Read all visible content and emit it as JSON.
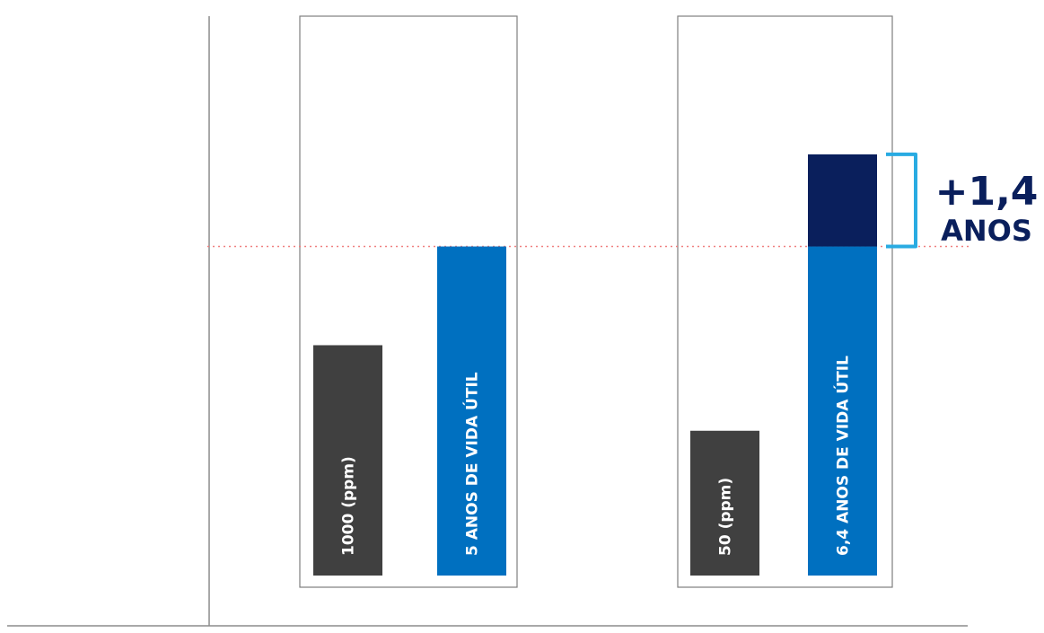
{
  "chart_data": {
    "type": "bar",
    "groups": [
      {
        "bars": [
          {
            "label": "1000 (ppm)",
            "value": 3.5,
            "color": "#404040"
          },
          {
            "label": "5 ANOS DE VIDA ÚTIL",
            "value": 5.0,
            "color": "#0070c0"
          }
        ]
      },
      {
        "bars": [
          {
            "label": "50 (ppm)",
            "value": 2.2,
            "color": "#404040"
          },
          {
            "label": "6,4 ANOS DE VIDA ÚTIL",
            "value": 6.4,
            "color": "#0070c0",
            "increment": {
              "from": 5.0,
              "to": 6.4,
              "color": "#0a1f5c"
            }
          }
        ]
      }
    ],
    "reference_line": {
      "value": 5.0,
      "style": "dotted",
      "color": "#f08080"
    },
    "annotation": {
      "line1": "+1,4",
      "line2": "ANOS",
      "color": "#0a1f5c",
      "bracket_color": "#29abe2"
    },
    "ylim": [
      0,
      8.5
    ],
    "grid": false,
    "legend": "none"
  }
}
